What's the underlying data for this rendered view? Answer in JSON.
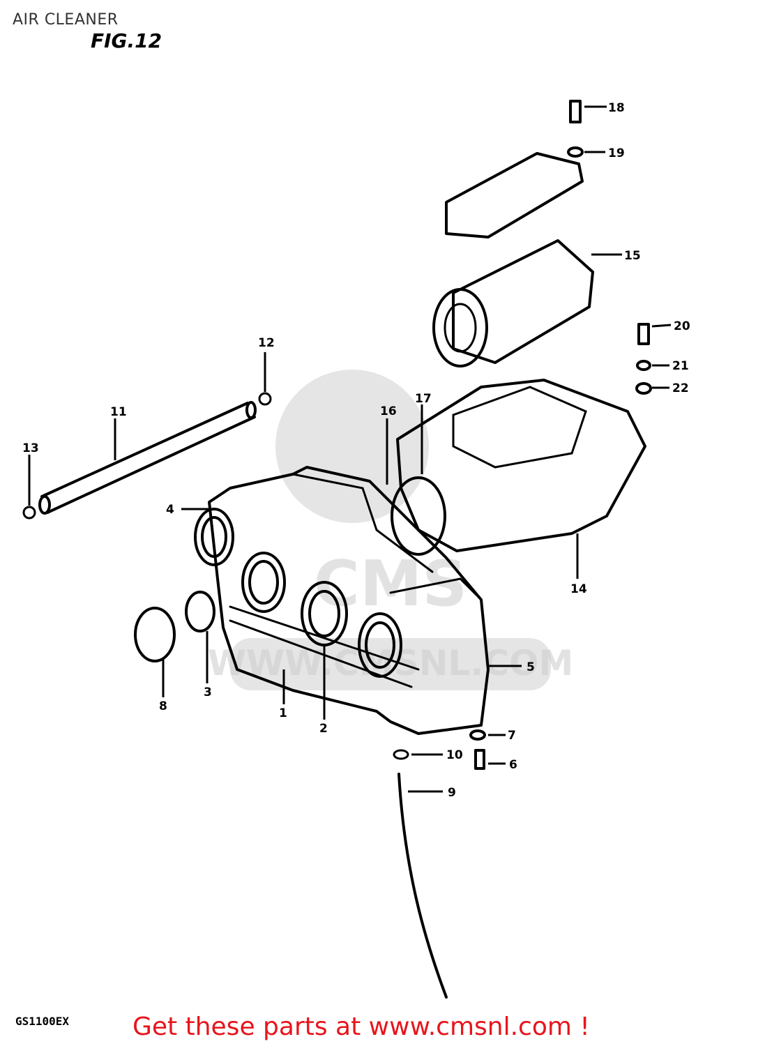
{
  "header": {
    "section_title": "AIR CLEANER",
    "figure_label": "FIG.12"
  },
  "footer": {
    "model_code": "GS1100EX",
    "link_text": "Get these parts at www.cmsnl.com !"
  },
  "watermark": {
    "text": "WWW.CMSNL.COM",
    "brand": "CMS"
  },
  "colors": {
    "link": "#e8141b",
    "line_art": "#000000",
    "watermark": "#cfcfcf"
  },
  "callouts": [
    "1",
    "2",
    "3",
    "4",
    "5",
    "6",
    "7",
    "8",
    "9",
    "10",
    "11",
    "12",
    "13",
    "14",
    "15",
    "16",
    "17",
    "18",
    "19",
    "20",
    "21",
    "22"
  ]
}
